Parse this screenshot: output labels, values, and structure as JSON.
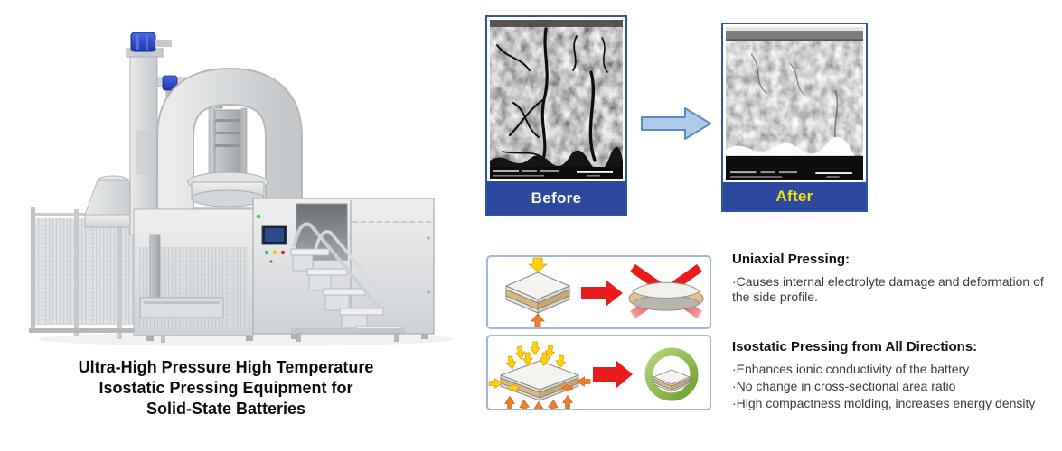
{
  "machine": {
    "caption_lines": [
      "Ultra-High Pressure High Temperature",
      "Isostatic Pressing Equipment for",
      "Solid-State Batteries"
    ],
    "accent_blue": "#2a50c8",
    "body_gray": "#d8dadc",
    "indicator_colors": {
      "green": "#35c24a",
      "yellow": "#e8c020",
      "red": "#d03030"
    }
  },
  "comparison": {
    "before_label": "Before",
    "after_label": "After",
    "band_color": "#2b4a9e",
    "card_border_color": "#2f55a8",
    "before_label_color": "#ffffff",
    "after_label_color": "#f0e414",
    "arrow_fill": "#aecbe8",
    "arrow_stroke": "#5b8ac0"
  },
  "pressing": {
    "panel_border_color": "#9fb6d8",
    "red_arrow_color": "#e81c1c",
    "green_ring_color": "#8cc04a",
    "press_arrow_colors": {
      "down": "#ffd10a",
      "up": "#ee7d2a"
    },
    "uniaxial": {
      "heading": "Uniaxial Pressing:",
      "bullets": [
        "·Causes internal electrolyte damage and deformation of the side profile."
      ]
    },
    "isostatic": {
      "heading": "Isostatic Pressing from All Directions:",
      "bullets": [
        "·Enhances ionic conductivity of the battery",
        "·No change in cross-sectional area ratio",
        "·High compactness molding, increases energy density"
      ]
    }
  }
}
